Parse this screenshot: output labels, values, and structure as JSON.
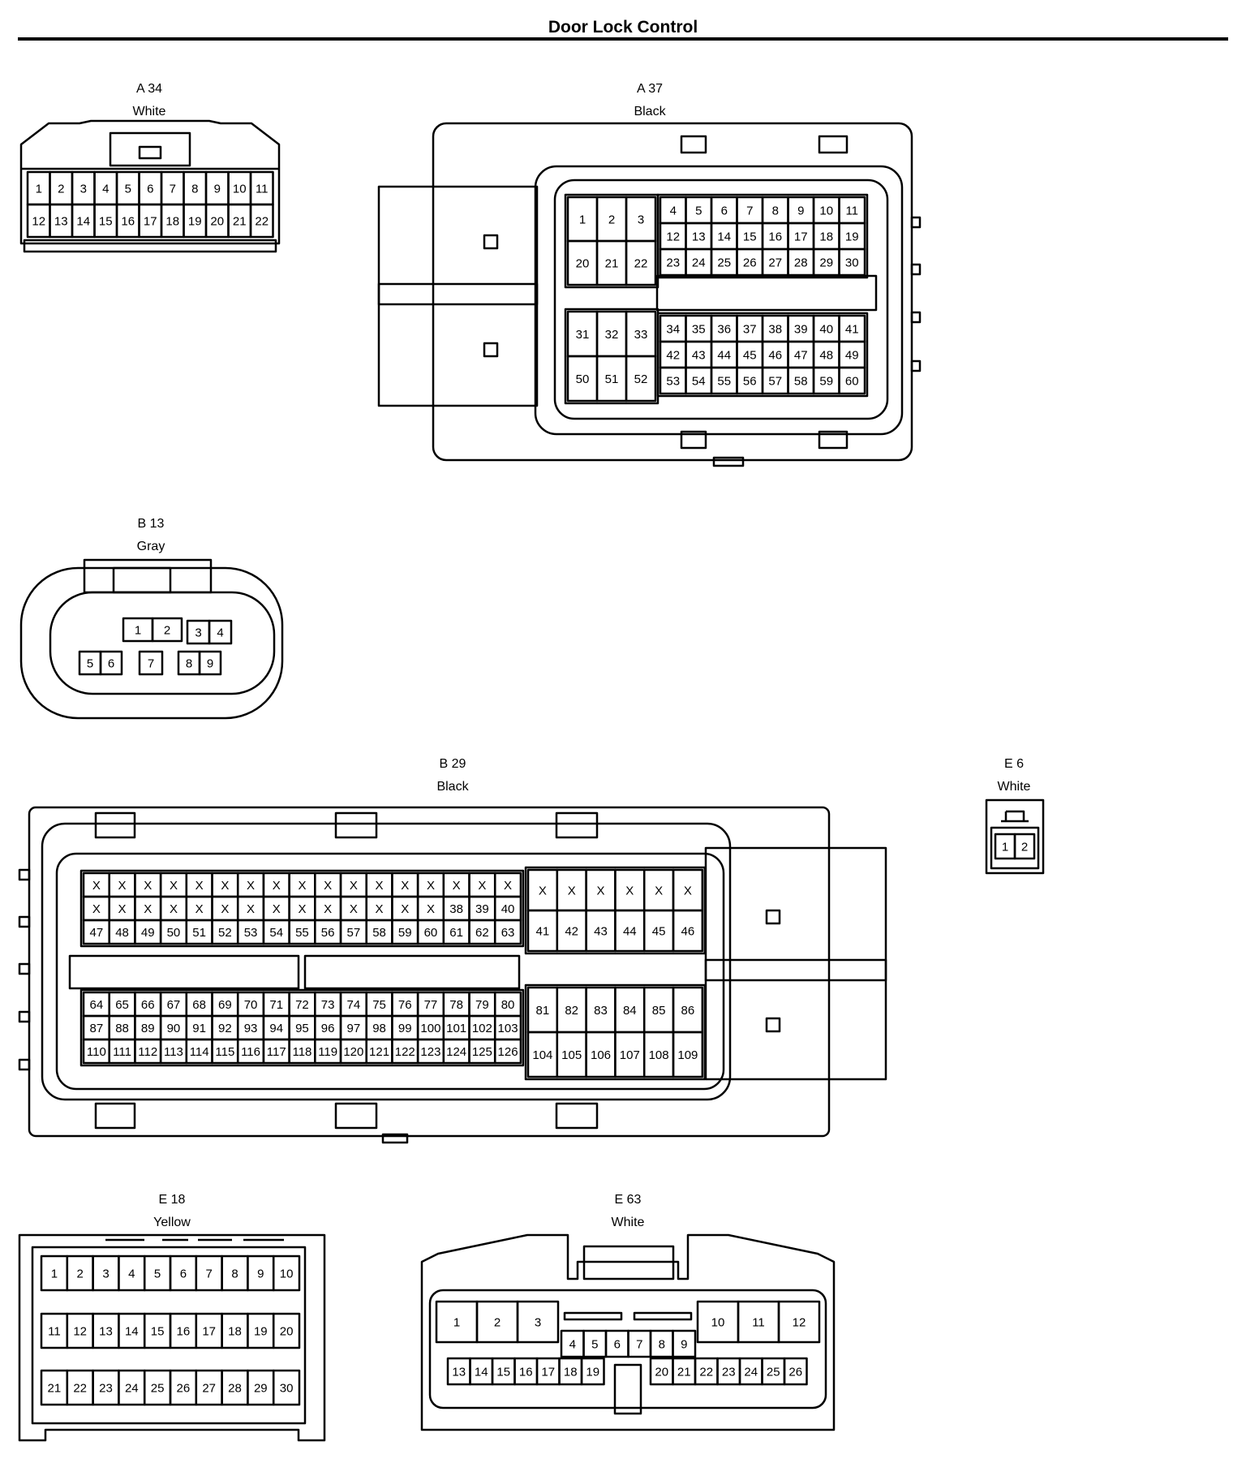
{
  "title": "Door Lock Control",
  "connectors": {
    "A34": {
      "name": "A 34",
      "color": "White",
      "rows": [
        [
          "1",
          "2",
          "3",
          "4",
          "5",
          "6",
          "7",
          "8",
          "9",
          "10",
          "11"
        ],
        [
          "12",
          "13",
          "14",
          "15",
          "16",
          "17",
          "18",
          "19",
          "20",
          "21",
          "22"
        ]
      ]
    },
    "A37": {
      "name": "A 37",
      "color": "Black",
      "blocks": [
        {
          "rows": [
            [
              "1",
              "2",
              "3"
            ],
            [
              "20",
              "21",
              "22"
            ]
          ]
        },
        {
          "rows": [
            [
              "4",
              "5",
              "6",
              "7",
              "8",
              "9",
              "10",
              "11"
            ],
            [
              "12",
              "13",
              "14",
              "15",
              "16",
              "17",
              "18",
              "19"
            ],
            [
              "23",
              "24",
              "25",
              "26",
              "27",
              "28",
              "29",
              "30"
            ]
          ]
        },
        {
          "rows": [
            [
              "31",
              "32",
              "33"
            ],
            [
              "50",
              "51",
              "52"
            ]
          ]
        },
        {
          "rows": [
            [
              "34",
              "35",
              "36",
              "37",
              "38",
              "39",
              "40",
              "41"
            ],
            [
              "42",
              "43",
              "44",
              "45",
              "46",
              "47",
              "48",
              "49"
            ],
            [
              "53",
              "54",
              "55",
              "56",
              "57",
              "58",
              "59",
              "60"
            ]
          ]
        }
      ]
    },
    "B13": {
      "name": "B 13",
      "color": "Gray",
      "groups": [
        [
          "1",
          "2"
        ],
        [
          "3",
          "4"
        ],
        [
          "5",
          "6"
        ],
        [
          "7"
        ],
        [
          "8",
          "9"
        ]
      ]
    },
    "B29": {
      "name": "B 29",
      "color": "Black",
      "blocks": [
        {
          "rows": [
            [
              "X",
              "X",
              "X",
              "X",
              "X",
              "X",
              "X",
              "X",
              "X",
              "X",
              "X",
              "X",
              "X",
              "X",
              "X",
              "X",
              "X"
            ],
            [
              "X",
              "X",
              "X",
              "X",
              "X",
              "X",
              "X",
              "X",
              "X",
              "X",
              "X",
              "X",
              "X",
              "X",
              "38",
              "39",
              "40"
            ],
            [
              "47",
              "48",
              "49",
              "50",
              "51",
              "52",
              "53",
              "54",
              "55",
              "56",
              "57",
              "58",
              "59",
              "60",
              "61",
              "62",
              "63"
            ]
          ]
        },
        {
          "rows": [
            [
              "X",
              "X",
              "X",
              "X",
              "X",
              "X"
            ],
            [
              "41",
              "42",
              "43",
              "44",
              "45",
              "46"
            ]
          ]
        },
        {
          "rows": [
            [
              "64",
              "65",
              "66",
              "67",
              "68",
              "69",
              "70",
              "71",
              "72",
              "73",
              "74",
              "75",
              "76",
              "77",
              "78",
              "79",
              "80"
            ],
            [
              "87",
              "88",
              "89",
              "90",
              "91",
              "92",
              "93",
              "94",
              "95",
              "96",
              "97",
              "98",
              "99",
              "100",
              "101",
              "102",
              "103"
            ],
            [
              "110",
              "111",
              "112",
              "113",
              "114",
              "115",
              "116",
              "117",
              "118",
              "119",
              "120",
              "121",
              "122",
              "123",
              "124",
              "125",
              "126"
            ]
          ]
        },
        {
          "rows": [
            [
              "81",
              "82",
              "83",
              "84",
              "85",
              "86"
            ],
            [
              "104",
              "105",
              "106",
              "107",
              "108",
              "109"
            ]
          ]
        }
      ]
    },
    "E6": {
      "name": "E 6",
      "color": "White",
      "rows": [
        [
          "1",
          "2"
        ]
      ]
    },
    "E18": {
      "name": "E 18",
      "color": "Yellow",
      "rows": [
        [
          "1",
          "2",
          "3",
          "4",
          "5",
          "6",
          "7",
          "8",
          "9",
          "10"
        ],
        [
          "11",
          "12",
          "13",
          "14",
          "15",
          "16",
          "17",
          "18",
          "19",
          "20"
        ],
        [
          "21",
          "22",
          "23",
          "24",
          "25",
          "26",
          "27",
          "28",
          "29",
          "30"
        ]
      ]
    },
    "E63": {
      "name": "E 63",
      "color": "White",
      "top_left": [
        "1",
        "2",
        "3"
      ],
      "top_right": [
        "10",
        "11",
        "12"
      ],
      "mid": [
        "4",
        "5",
        "6",
        "7",
        "8",
        "9"
      ],
      "bot_left": [
        "13",
        "14",
        "15",
        "16",
        "17",
        "18",
        "19"
      ],
      "bot_right": [
        "20",
        "21",
        "22",
        "23",
        "24",
        "25",
        "26"
      ]
    }
  }
}
